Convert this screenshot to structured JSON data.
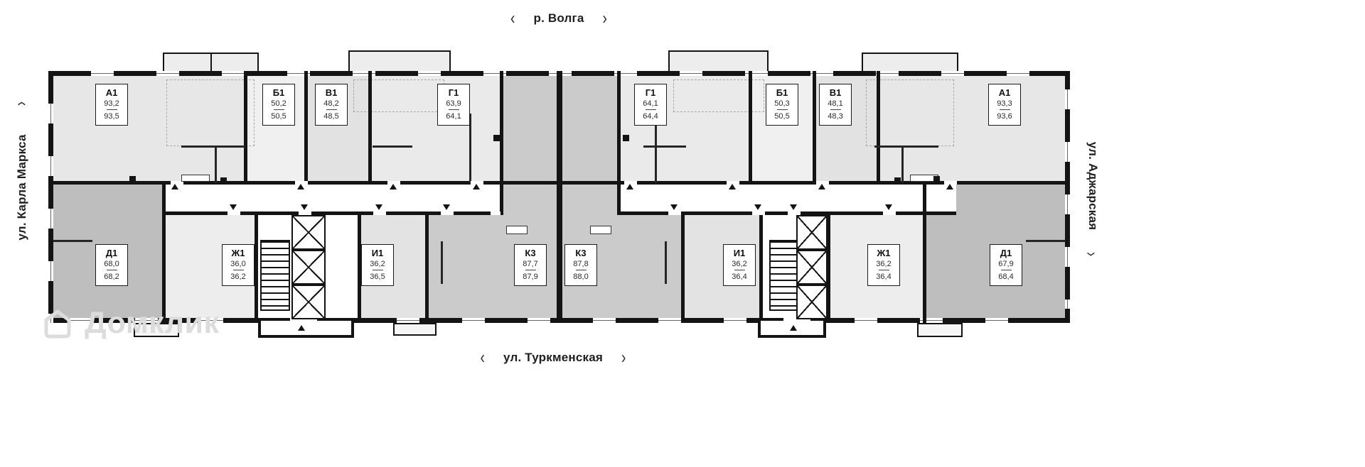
{
  "streets": {
    "top": {
      "chevron_left": "‹",
      "label": "р. Волга",
      "chevron_right": "›"
    },
    "bottom": {
      "chevron_left": "‹",
      "label": "ул. Туркменская",
      "chevron_right": "›"
    },
    "left": {
      "chevron": "‹",
      "label": "ул. Карла Маркса"
    },
    "right": {
      "chevron": "›",
      "label": "ул. Аджарская"
    }
  },
  "watermark": {
    "label": "Домклик"
  },
  "icons": {
    "street_chevron_left": "‹",
    "street_chevron_right": "›",
    "entry_arrow": "triangle",
    "elevator": "box-with-x",
    "staircase": "hatched-flight",
    "domclick_logo": "house-outline"
  },
  "palette": {
    "wall": "#141414",
    "room_light": "#e7e7e7",
    "room_medium": "#cbcbcb",
    "room_dark": "#bebebe",
    "street_text": "#202022",
    "watermark": "#dcdcdc"
  },
  "apartments": [
    {
      "type": "А1",
      "area1": "93,2",
      "area2": "93,5"
    },
    {
      "type": "Б1",
      "area1": "50,2",
      "area2": "50,5"
    },
    {
      "type": "В1",
      "area1": "48,2",
      "area2": "48,5"
    },
    {
      "type": "Г1",
      "area1": "63,9",
      "area2": "64,1"
    },
    {
      "type": "Г1",
      "area1": "64,1",
      "area2": "64,4"
    },
    {
      "type": "Б1",
      "area1": "50,3",
      "area2": "50,5"
    },
    {
      "type": "В1",
      "area1": "48,1",
      "area2": "48,3"
    },
    {
      "type": "А1",
      "area1": "93,3",
      "area2": "93,6"
    },
    {
      "type": "Д1",
      "area1": "68,0",
      "area2": "68,2"
    },
    {
      "type": "Ж1",
      "area1": "36,0",
      "area2": "36,2"
    },
    {
      "type": "И1",
      "area1": "36,2",
      "area2": "36,5"
    },
    {
      "type": "К3",
      "area1": "87,7",
      "area2": "87,9"
    },
    {
      "type": "К3",
      "area1": "87,8",
      "area2": "88,0"
    },
    {
      "type": "И1",
      "area1": "36,2",
      "area2": "36,4"
    },
    {
      "type": "Ж1",
      "area1": "36,2",
      "area2": "36,4"
    },
    {
      "type": "Д1",
      "area1": "67,9",
      "area2": "68,4"
    }
  ]
}
